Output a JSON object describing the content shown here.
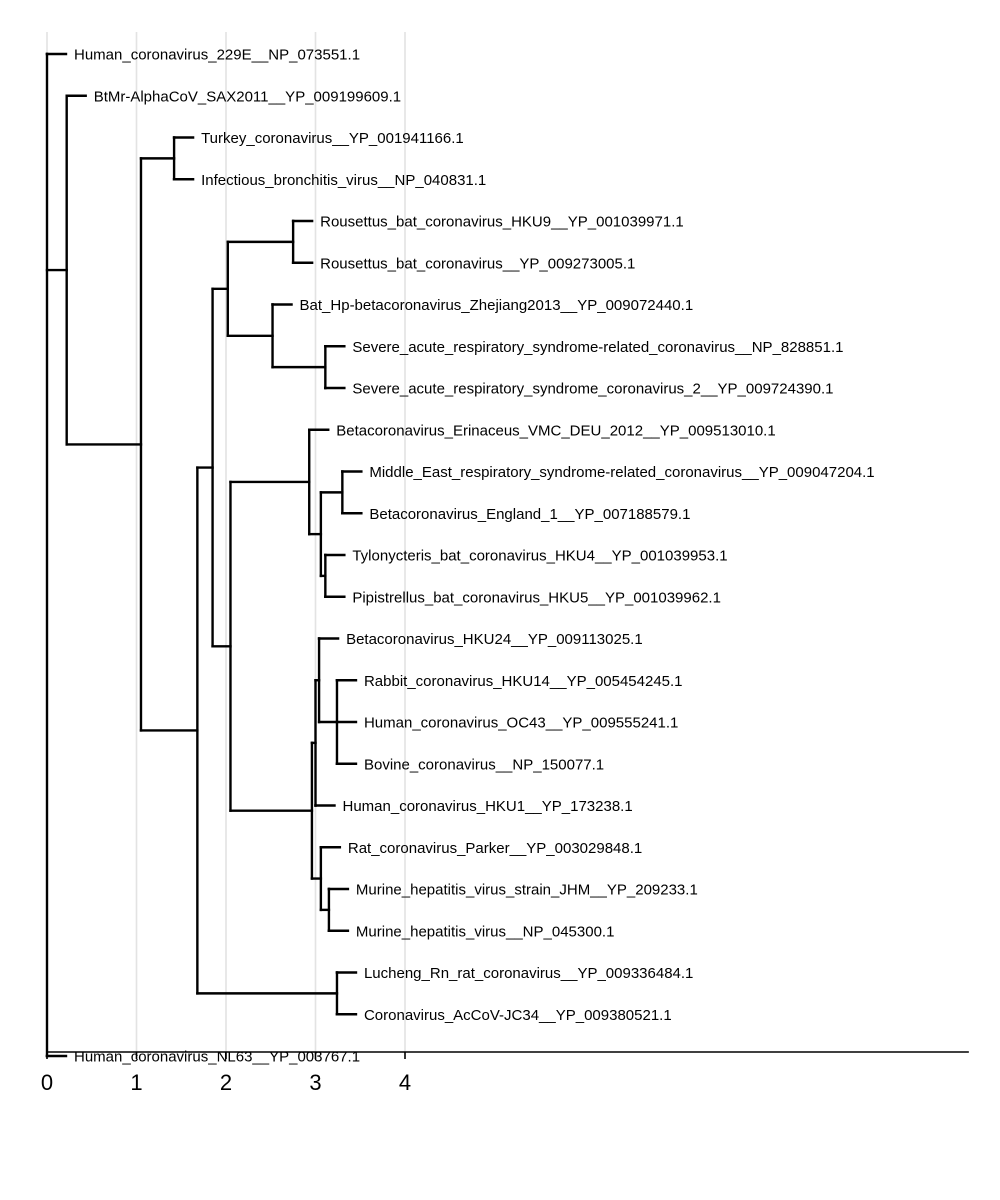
{
  "chart_data": {
    "type": "phylogenetic_tree",
    "axis": {
      "ticks": [
        "0",
        "1",
        "2",
        "3",
        "4"
      ],
      "range": [
        0,
        10.3
      ],
      "grid": true
    },
    "leaves": [
      {
        "name": "Human_coronavirus_229E__NP_073551.1",
        "x": 0.0
      },
      {
        "name": "BtMr-AlphaCoV_SAX2011__YP_009199609.1",
        "x": 0.22
      },
      {
        "name": "Turkey_coronavirus__YP_001941166.1",
        "x": 1.42
      },
      {
        "name": "Infectious_bronchitis_virus__NP_040831.1",
        "x": 1.42
      },
      {
        "name": "Rousettus_bat_coronavirus_HKU9__YP_001039971.1",
        "x": 2.75
      },
      {
        "name": "Rousettus_bat_coronavirus__YP_009273005.1",
        "x": 2.75
      },
      {
        "name": "Bat_Hp-betacoronavirus_Zhejiang2013__YP_009072440.1",
        "x": 2.52
      },
      {
        "name": "Severe_acute_respiratory_syndrome-related_coronavirus__NP_828851.1",
        "x": 3.11
      },
      {
        "name": "Severe_acute_respiratory_syndrome_coronavirus_2__YP_009724390.1",
        "x": 3.11
      },
      {
        "name": "Betacoronavirus_Erinaceus_VMC_DEU_2012__YP_009513010.1",
        "x": 2.93
      },
      {
        "name": "Middle_East_respiratory_syndrome-related_coronavirus__YP_009047204.1",
        "x": 3.3
      },
      {
        "name": "Betacoronavirus_England_1__YP_007188579.1",
        "x": 3.3
      },
      {
        "name": "Tylonycteris_bat_coronavirus_HKU4__YP_001039953.1",
        "x": 3.11
      },
      {
        "name": "Pipistrellus_bat_coronavirus_HKU5__YP_001039962.1",
        "x": 3.11
      },
      {
        "name": "Betacoronavirus_HKU24__YP_009113025.1",
        "x": 3.04
      },
      {
        "name": "Rabbit_coronavirus_HKU14__YP_005454245.1",
        "x": 3.24
      },
      {
        "name": "Human_coronavirus_OC43__YP_009555241.1",
        "x": 3.24
      },
      {
        "name": "Bovine_coronavirus__NP_150077.1",
        "x": 3.24
      },
      {
        "name": "Human_coronavirus_HKU1__YP_173238.1",
        "x": 3.0
      },
      {
        "name": "Rat_coronavirus_Parker__YP_003029848.1",
        "x": 3.06
      },
      {
        "name": "Murine_hepatitis_virus_strain_JHM__YP_209233.1",
        "x": 3.15
      },
      {
        "name": "Murine_hepatitis_virus__NP_045300.1",
        "x": 3.15
      },
      {
        "name": "Lucheng_Rn_rat_coronavirus__YP_009336484.1",
        "x": 3.24
      },
      {
        "name": "Coronavirus_AcCoV-JC34__YP_009380521.1",
        "x": 3.24
      },
      {
        "name": "Human_coronavirus_NL63__YP_003767.1",
        "x": 0.0
      }
    ],
    "clades": [
      {
        "x": 0.0,
        "children": [
          "L0",
          "C1",
          "L24"
        ]
      },
      {
        "id": "C1",
        "x": 0.22,
        "children": [
          "L1",
          "C2"
        ]
      },
      {
        "id": "C2",
        "x": 1.05,
        "children": [
          "C3",
          "C4"
        ]
      },
      {
        "id": "C3",
        "x": 1.42,
        "children": [
          "L2",
          "L3"
        ]
      },
      {
        "id": "C4",
        "x": 1.68,
        "children": [
          "C5",
          "C10"
        ]
      },
      {
        "id": "C5",
        "x": 1.85,
        "children": [
          "C6",
          "C9"
        ]
      },
      {
        "id": "C6",
        "x": 2.02,
        "children": [
          "C7",
          "C8"
        ]
      },
      {
        "id": "C7",
        "x": 2.75,
        "children": [
          "L4",
          "L5"
        ]
      },
      {
        "id": "C8",
        "x": 2.52,
        "children": [
          "L6",
          "C8b"
        ]
      },
      {
        "id": "C8b",
        "x": 3.11,
        "children": [
          "L7",
          "L8"
        ]
      },
      {
        "id": "C9",
        "x": 2.05,
        "children": [
          "C11",
          "C14"
        ]
      },
      {
        "id": "C11",
        "x": 2.93,
        "children": [
          "L9",
          "C12"
        ]
      },
      {
        "id": "C12",
        "x": 3.06,
        "children": [
          "C13",
          "C13b"
        ]
      },
      {
        "id": "C13",
        "x": 3.3,
        "children": [
          "L10",
          "L11"
        ]
      },
      {
        "id": "C13b",
        "x": 3.11,
        "children": [
          "L12",
          "L13"
        ]
      },
      {
        "id": "C14",
        "x": 2.96,
        "children": [
          "C15",
          "C17"
        ]
      },
      {
        "id": "C15",
        "x": 3.0,
        "children": [
          "C16",
          "L18"
        ]
      },
      {
        "id": "C16",
        "x": 3.04,
        "children": [
          "L14",
          "C16b"
        ]
      },
      {
        "id": "C16b",
        "x": 3.24,
        "children": [
          "L15",
          "L16",
          "L17"
        ]
      },
      {
        "id": "C17",
        "x": 3.06,
        "children": [
          "L19",
          "C17b"
        ]
      },
      {
        "id": "C17b",
        "x": 3.15,
        "children": [
          "L20",
          "L21"
        ]
      },
      {
        "id": "C10",
        "x": 3.24,
        "children": [
          "L22",
          "L23"
        ]
      }
    ]
  }
}
